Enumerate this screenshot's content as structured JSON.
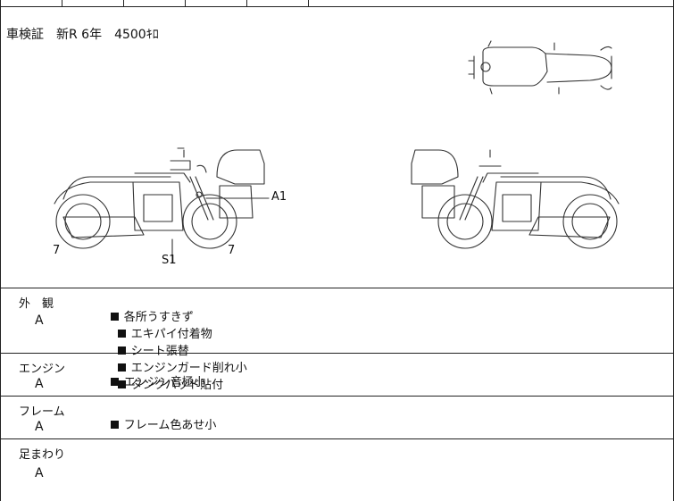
{
  "inspection_text": "車検証　新R 6年　4500ｷﾛ",
  "damage_labels": {
    "left_7": "7",
    "left_s1": "S1",
    "left_7b": "7",
    "left_a1": "A1"
  },
  "evaluations": [
    {
      "name": "外　観",
      "grade": "A",
      "remarks": [
        "各所うすきず",
        "エキパイ付着物",
        "シート張替",
        "エンジンガード削れ小",
        "タンクパッド貼付"
      ]
    },
    {
      "name": "エンジン",
      "grade": "A",
      "remarks": [
        "エンジン音極小"
      ]
    },
    {
      "name": "フレーム",
      "grade": "A",
      "remarks": [
        "フレーム色あせ小"
      ]
    },
    {
      "name": "足まわり",
      "grade": "A",
      "remarks": []
    }
  ]
}
